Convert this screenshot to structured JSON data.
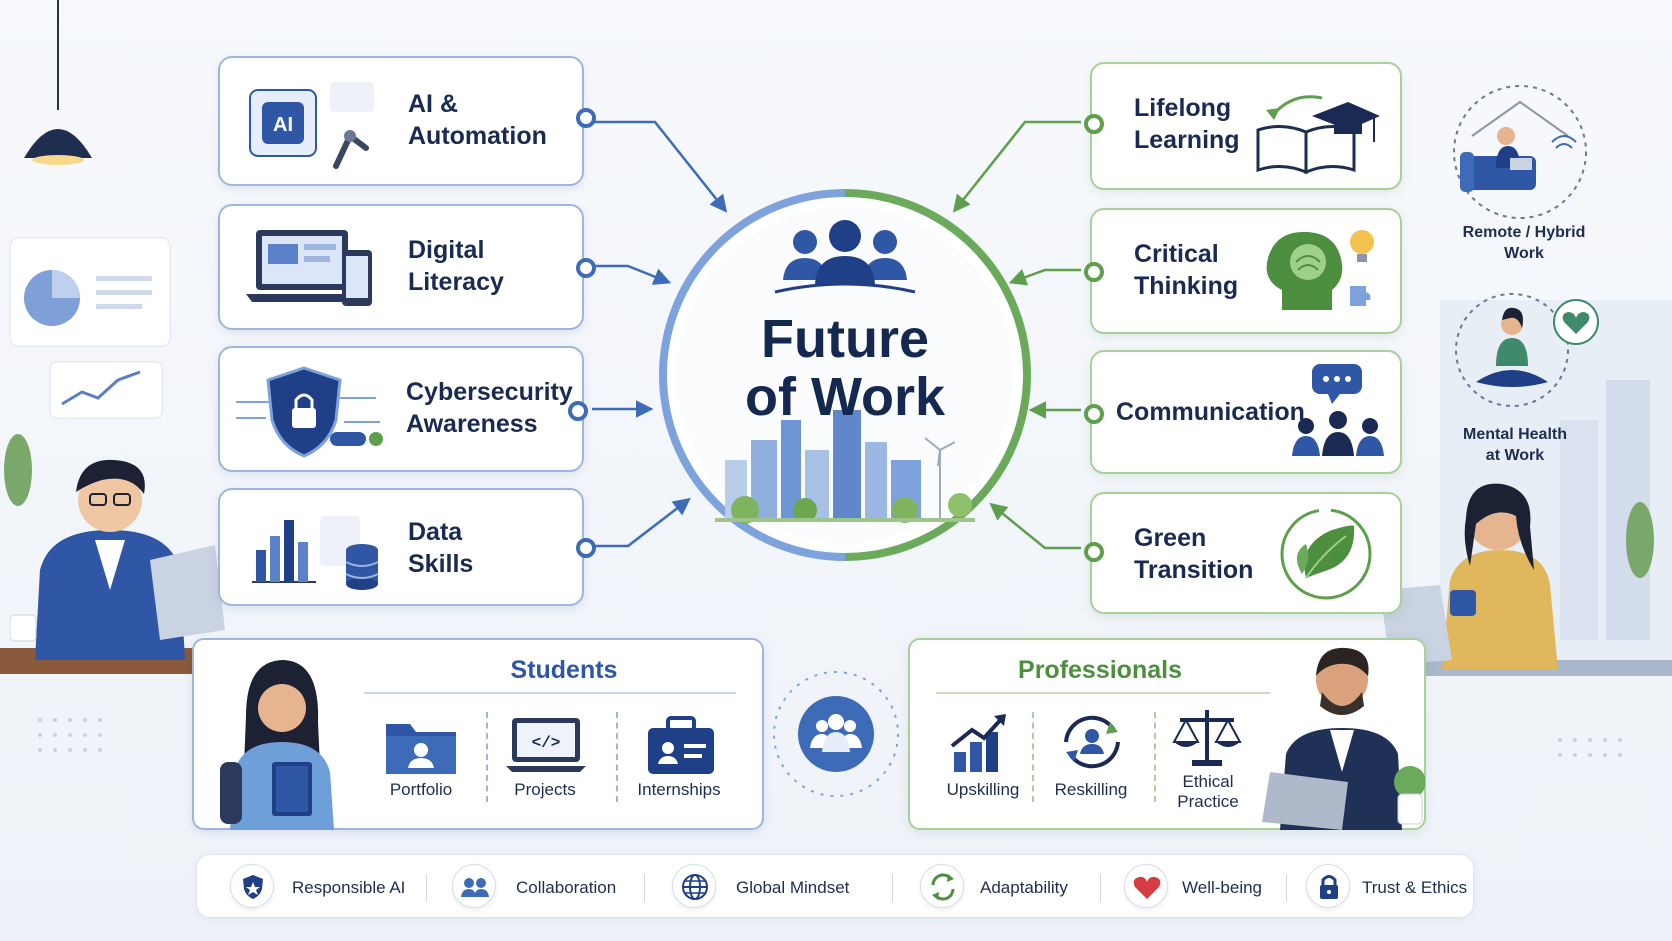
{
  "hub": {
    "title": "Future\nof Work"
  },
  "left_topics": [
    {
      "label": "AI &\nAutomation",
      "icon": "ai-chip-icon"
    },
    {
      "label": "Digital\nLiteracy",
      "icon": "laptop-devices-icon"
    },
    {
      "label": "Cybersecurity\nAwareness",
      "icon": "shield-lock-icon"
    },
    {
      "label": "Data\nSkills",
      "icon": "bar-chart-database-icon"
    }
  ],
  "right_topics": [
    {
      "label": "Lifelong\nLearning",
      "icon": "book-graduation-cap-icon"
    },
    {
      "label": "Critical\nThinking",
      "icon": "brain-lightbulb-icon"
    },
    {
      "label": "Communication",
      "icon": "speech-bubble-people-icon"
    },
    {
      "label": "Green\nTransition",
      "icon": "leaf-icon"
    }
  ],
  "side_notes": [
    {
      "label": "Remote / Hybrid\nWork",
      "icon": "home-office-icon"
    },
    {
      "label": "Mental Health\nat Work",
      "icon": "meditation-heart-icon"
    }
  ],
  "students": {
    "title": "Students",
    "items": [
      {
        "label": "Portfolio",
        "icon": "folder-profile-icon"
      },
      {
        "label": "Projects",
        "icon": "code-monitor-icon"
      },
      {
        "label": "Internships",
        "icon": "briefcase-badge-icon"
      }
    ]
  },
  "professionals": {
    "title": "Professionals",
    "items": [
      {
        "label": "Upskilling",
        "icon": "growth-chart-icon"
      },
      {
        "label": "Reskilling",
        "icon": "cycle-person-icon"
      },
      {
        "label": "Ethical\nPractice",
        "icon": "scales-icon"
      }
    ]
  },
  "values": [
    {
      "label": "Responsible AI",
      "icon": "shield-star-icon"
    },
    {
      "label": "Collaboration",
      "icon": "group-icon"
    },
    {
      "label": "Global Mindset",
      "icon": "globe-icon"
    },
    {
      "label": "Adaptability",
      "icon": "refresh-arrows-icon"
    },
    {
      "label": "Well-being",
      "icon": "heart-icon"
    },
    {
      "label": "Trust & Ethics",
      "icon": "padlock-icon"
    }
  ],
  "colors": {
    "blue": "#3e6bb8",
    "green": "#5d9f4c",
    "navy": "#15284f"
  }
}
